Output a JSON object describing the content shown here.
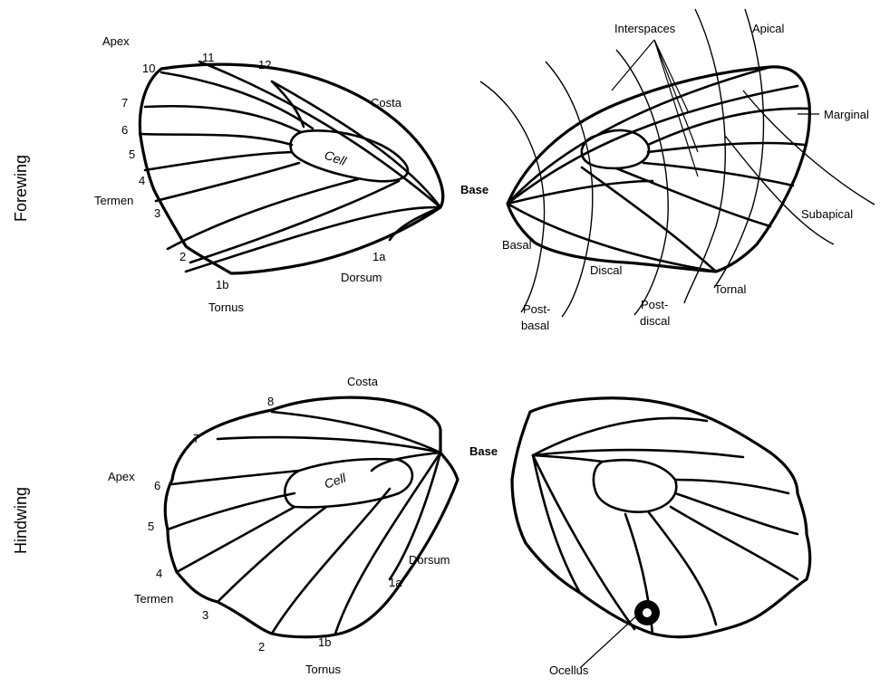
{
  "rows": {
    "forewing": "Forewing",
    "hindwing": "Hindwing"
  },
  "forewing_left": {
    "apex": "Apex",
    "costa": "Costa",
    "termen": "Termen",
    "tornus": "Tornus",
    "dorsum": "Dorsum",
    "cell": "Cell",
    "veins": {
      "v10": "10",
      "v11": "11",
      "v12": "12",
      "v7": "7",
      "v6": "6",
      "v5": "5",
      "v4": "4",
      "v3": "3",
      "v2": "2",
      "v1b": "1b",
      "v1a": "1a"
    }
  },
  "base_labels": {
    "forewing": "Base",
    "hindwing": "Base"
  },
  "forewing_right": {
    "interspaces": "Interspaces",
    "apical": "Apical",
    "marginal": "Marginal",
    "subapical": "Subapical",
    "basal": "Basal",
    "postbasal_1": "Post-",
    "postbasal_2": "basal",
    "discal": "Discal",
    "postdiscal_1": "Post-",
    "postdiscal_2": "discal",
    "tornal": "Tornal"
  },
  "hindwing_left": {
    "costa": "Costa",
    "apex": "Apex",
    "termen": "Termen",
    "tornus": "Tornus",
    "dorsum": "Dorsum",
    "cell": "Cell",
    "veins": {
      "v8": "8",
      "v7": "7",
      "v6": "6",
      "v5": "5",
      "v4": "4",
      "v3": "3",
      "v2": "2",
      "v1b": "1b",
      "v1a": "1a"
    }
  },
  "hindwing_right": {
    "ocellus": "Ocellus"
  }
}
